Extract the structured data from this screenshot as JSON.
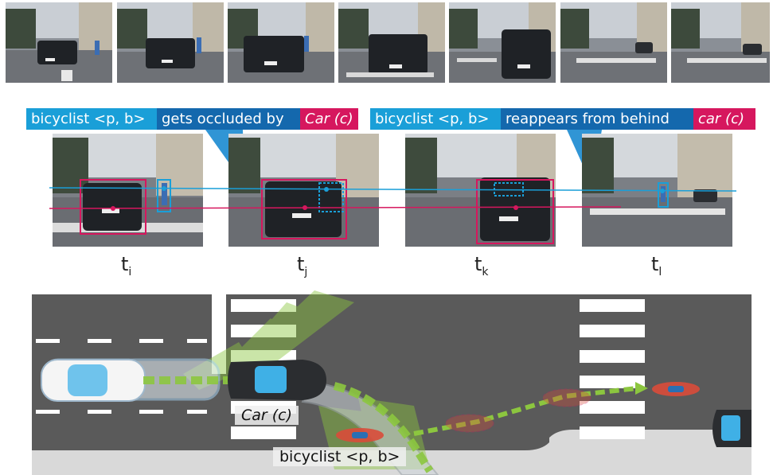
{
  "labels": {
    "event1": {
      "subject": "bicyclist <p, b>",
      "verb": "gets occluded by",
      "object": "Car (c)"
    },
    "event2": {
      "subject": "bicyclist <p, b>",
      "verb": "reappears from behind",
      "object": "car (c)"
    }
  },
  "times": [
    {
      "base": "t",
      "sub": "i"
    },
    {
      "base": "t",
      "sub": "j"
    },
    {
      "base": "t",
      "sub": "k"
    },
    {
      "base": "t",
      "sub": "l"
    }
  ],
  "scene": {
    "car_label": "Car (c)",
    "bicyclist_label": "bicyclist <p, b>"
  },
  "colors": {
    "cyan": "#1a9fd8",
    "blue": "#1468ad",
    "magenta": "#d6175e",
    "road": "#5a5a5a",
    "green": "#8cc63f"
  }
}
